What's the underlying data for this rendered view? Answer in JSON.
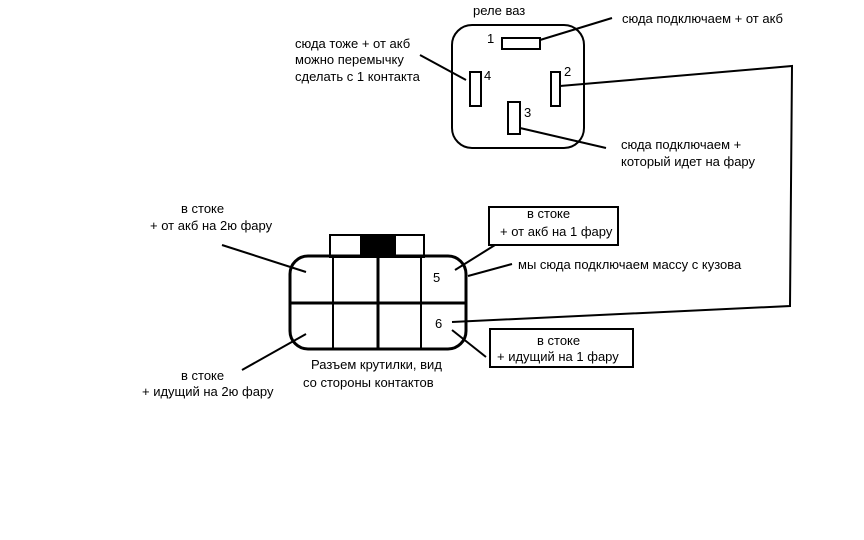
{
  "relay": {
    "title": "реле ваз",
    "pins": {
      "p1": "1",
      "p2": "2",
      "p3": "3",
      "p4": "4"
    },
    "note_top_right": "сюда подключаем + от акб",
    "note_left": [
      "сюда тоже + от акб",
      "можно перемычку",
      "сделать с 1 контакта"
    ],
    "note_bottom_right": [
      "сюда подключаем +",
      "который идет на фару"
    ]
  },
  "connector": {
    "caption": [
      "Разъем крутилки, вид",
      "со стороны контактов"
    ],
    "pins": {
      "p5": "5",
      "p6": "6"
    },
    "note_top_left": [
      "в стоке",
      "+ от акб на 2ю фару"
    ],
    "note_bottom_left": [
      "в стоке",
      "+ идущий на 2ю фару"
    ],
    "box_top_right": [
      "в стоке",
      "+ от акб на 1 фару"
    ],
    "box_bottom_right": [
      "в стоке",
      "+ идущий на 1 фару"
    ],
    "note_ground": "мы сюда подключаем массу с кузова"
  }
}
